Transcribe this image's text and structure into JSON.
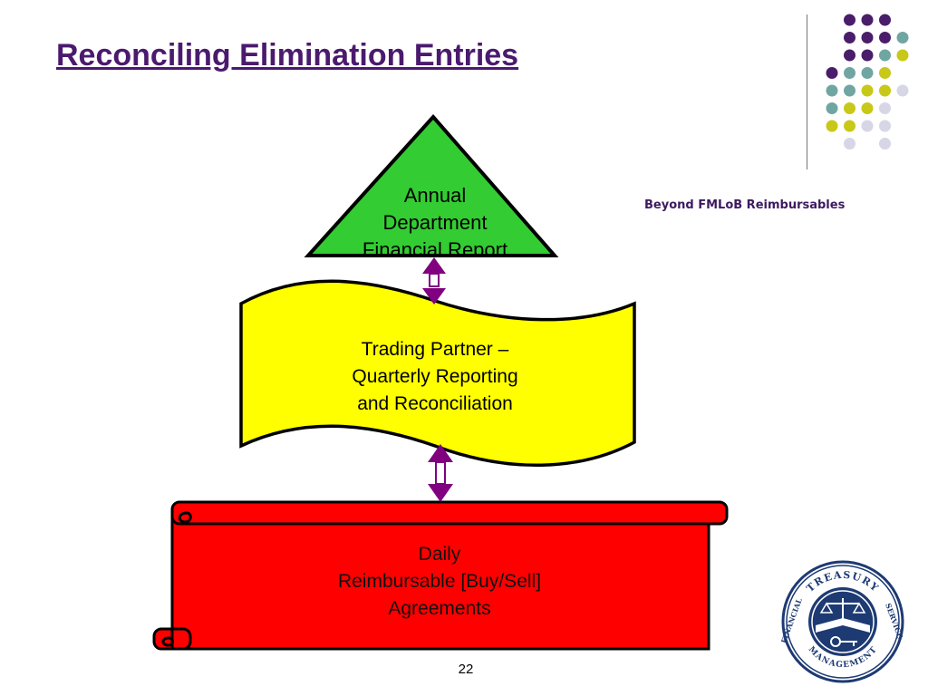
{
  "slide": {
    "title": "Reconciling Elimination Entries",
    "subtitle": "Beyond FMLoB Reimbursables",
    "page_number": "22"
  },
  "diagram": {
    "top_node": {
      "lines": [
        "Annual",
        "Department",
        "Financial Report"
      ],
      "color": "#33cc33"
    },
    "middle_node": {
      "lines": [
        "Trading Partner –",
        "Quarterly Reporting",
        "and Reconciliation"
      ],
      "color": "#ffff00"
    },
    "bottom_node": {
      "lines": [
        "Daily",
        "Reimbursable [Buy/Sell]",
        "Agreements"
      ],
      "color": "#ff0000"
    },
    "connector_color": "#800080"
  },
  "seal": {
    "top_text": "TREASURY",
    "left_text": "FINANCIAL",
    "bottom_text": "MANAGEMENT",
    "right_text": "SERVICE"
  },
  "decoration": {
    "colors": {
      "purple": "#4a1d6a",
      "teal": "#6fa6a2",
      "olive": "#c8c818",
      "lavender": "#d6d6e6"
    },
    "dot_rows": [
      [
        "",
        "purple",
        "purple",
        "purple",
        ""
      ],
      [
        "",
        "purple",
        "purple",
        "purple",
        "teal"
      ],
      [
        "",
        "purple",
        "purple",
        "teal",
        "olive"
      ],
      [
        "purple",
        "teal",
        "teal",
        "olive",
        ""
      ],
      [
        "teal",
        "teal",
        "olive",
        "olive",
        "lavender"
      ],
      [
        "teal",
        "olive",
        "olive",
        "lavender",
        ""
      ],
      [
        "olive",
        "olive",
        "lavender",
        "lavender",
        ""
      ],
      [
        "",
        "lavender",
        "",
        "lavender",
        ""
      ]
    ]
  }
}
